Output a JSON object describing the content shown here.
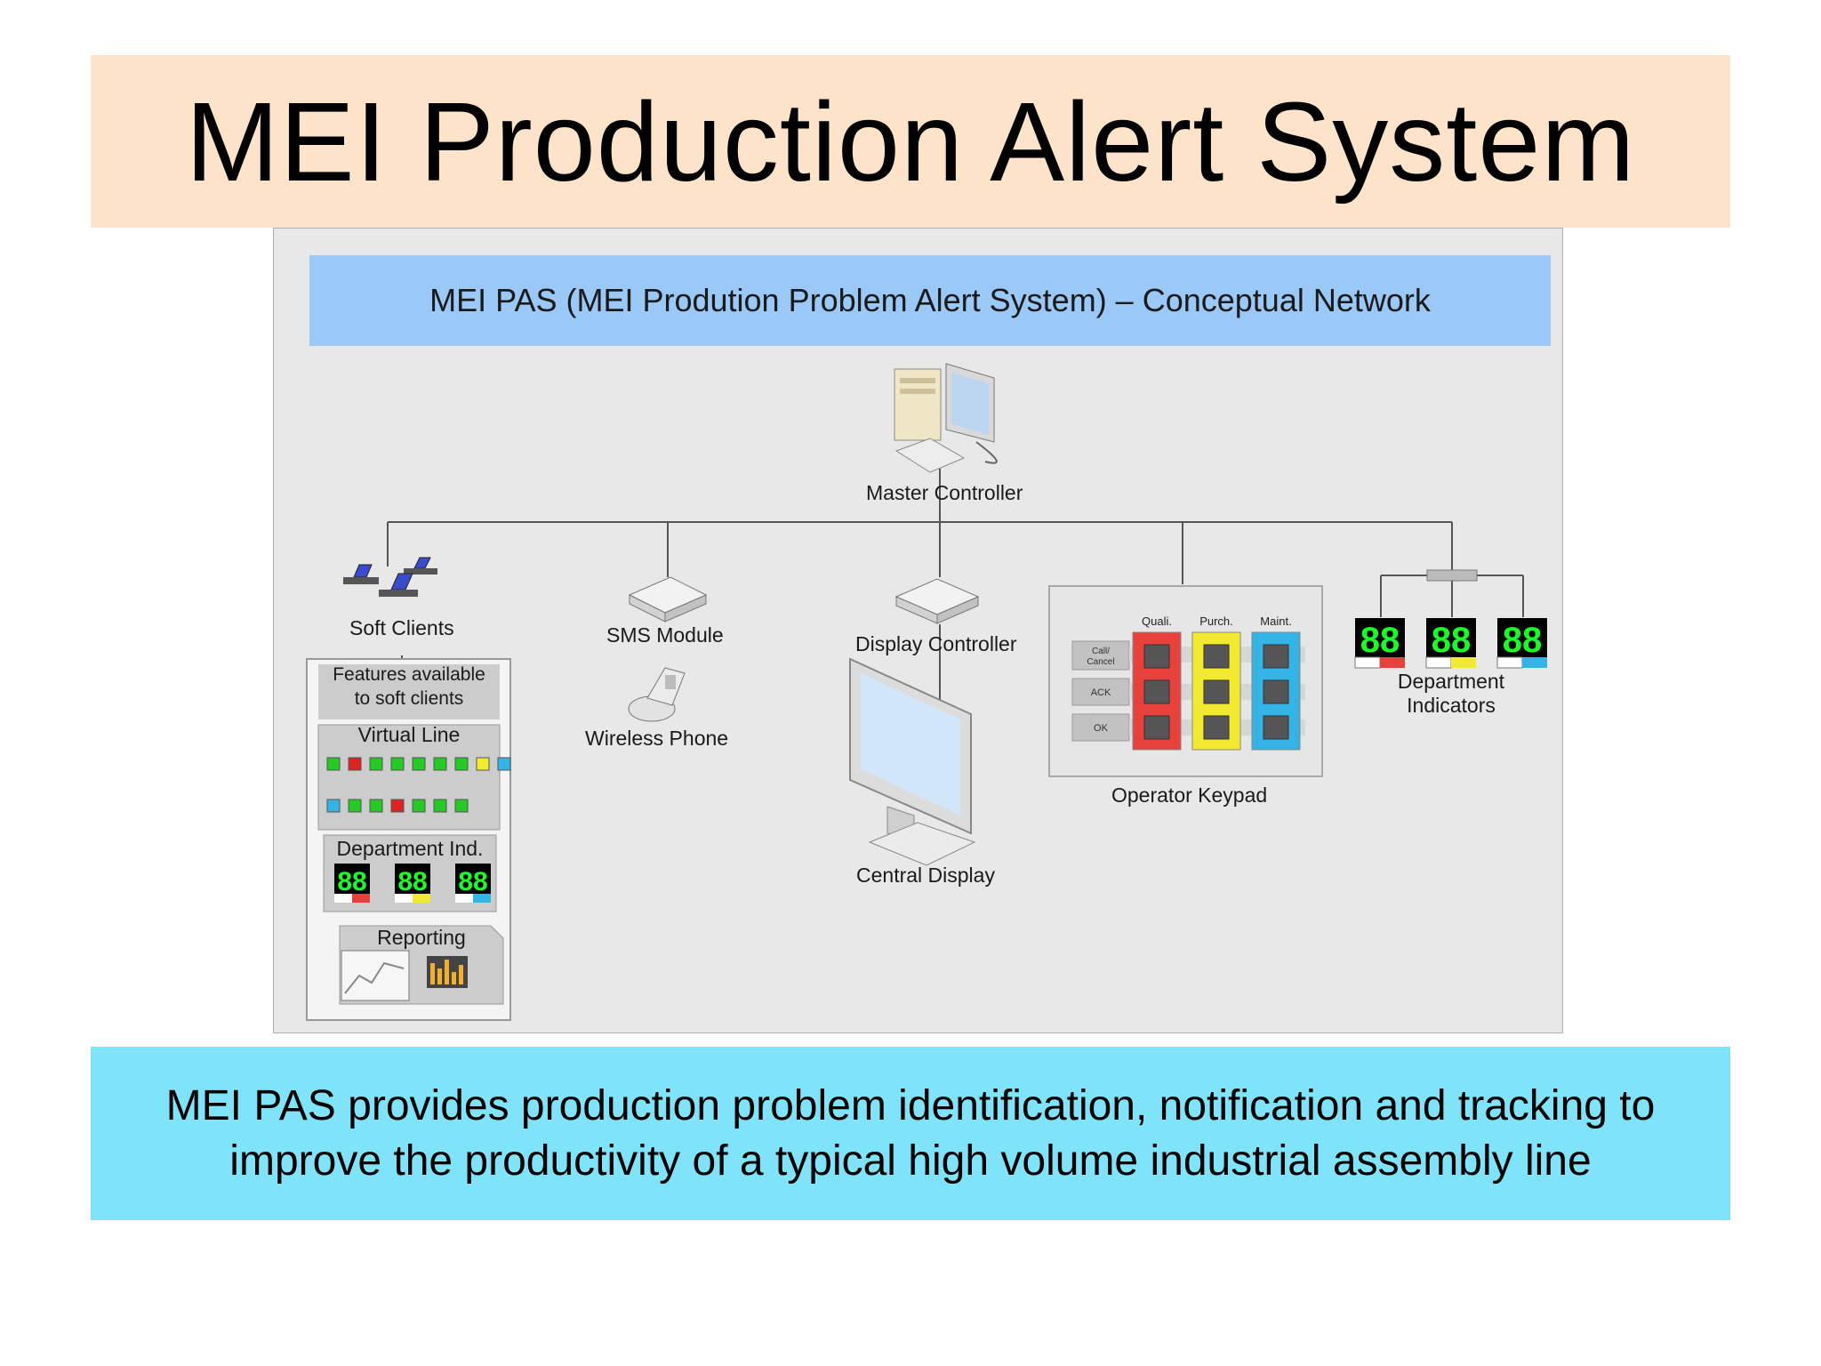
{
  "slide": {
    "title": "MEI Production Alert System",
    "footer_line1": "MEI PAS provides production problem identification, notification and tracking to",
    "footer_line2": "improve the productivity of a typical high volume industrial assembly line"
  },
  "diagram": {
    "header": "MEI PAS (MEI Prodution Problem Alert System) – Conceptual Network",
    "master_controller": "Master Controller",
    "soft_clients": "Soft Clients",
    "sms_module": "SMS Module",
    "wireless_phone": "Wireless Phone",
    "display_controller": "Display Controller",
    "central_display": "Central Display",
    "operator_keypad": "Operator Keypad",
    "department_indicators_line1": "Department",
    "department_indicators_line2": "Indicators",
    "features_line1": "Features available",
    "features_line2": "to soft clients",
    "virtual_line": "Virtual Line",
    "department_ind": "Department Ind.",
    "reporting": "Reporting",
    "keypad_columns": [
      "Quali.",
      "Purch.",
      "Maint."
    ],
    "keypad_buttons": [
      "Call/",
      "Cancel",
      "ACK",
      "OK"
    ],
    "indicator_digits": "88",
    "colors": {
      "quality": "#e8403a",
      "purchasing": "#f2ea2e",
      "maintenance": "#34b4e4",
      "digit": "#18ff28"
    }
  }
}
